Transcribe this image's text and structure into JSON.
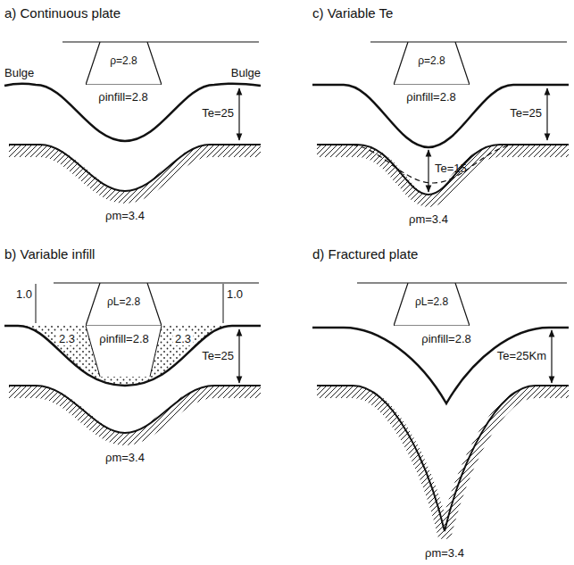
{
  "diagram": {
    "nodes": [
      {
        "text": [
          "ρ=2.8"
        ]
      },
      {
        "text": [
          "ρ=2.8"
        ]
      },
      {
        "text": [
          "ρL=2.8"
        ]
      },
      {
        "text": [
          "ρL=2.8"
        ]
      }
    ],
    "labels": [
      "a) Continuous plate",
      "Bulge",
      "Bulge",
      "ρinfill=2.8",
      "Te=25",
      "ρm=3.4",
      "c) Variable Te",
      "ρinfill=2.8",
      "Te=25",
      "Te=15",
      "ρm=3.4",
      "b) Variable infill",
      "1.0",
      "1.0",
      "2.3",
      "2.3",
      "ρinfill=2.8",
      "Te=25",
      "ρm=3.4",
      "d) Fractured plate",
      "ρinfill=2.8",
      "Te=25Km",
      "ρm=3.4"
    ]
  }
}
